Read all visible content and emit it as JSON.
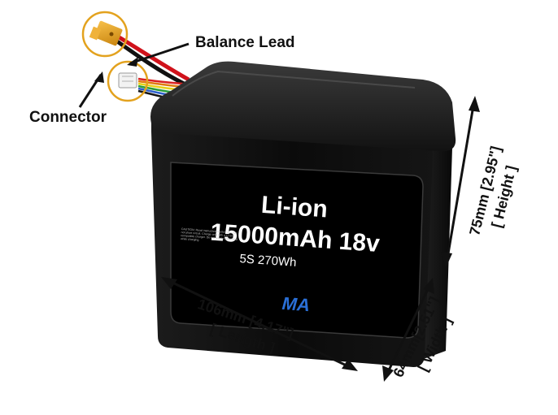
{
  "callouts": {
    "balance_lead": "Balance Lead",
    "connector": "Connector"
  },
  "label": {
    "chemistry": "Li-ion",
    "capacity_voltage": "15000mAh 18v",
    "config_energy": "5S 270Wh",
    "caution_text": "CAUTION: Read instructions before use. Do not short circuit. Charge only with a Li-ion compatible charger. Do not leave unattended while charging.",
    "logo": "MA"
  },
  "dimensions": {
    "length_mm": "106mm [4.17\"]",
    "length_word": "[ Length ]",
    "width_mm": "64mm[2.51\"]",
    "width_word": "[ Width ]",
    "height_mm": "75mm [2.95\"]",
    "height_word": "[ Height ]"
  },
  "colors": {
    "battery_body": "#0d0d0d",
    "label_panel": "#000000",
    "connector_yellow": "#e8a51c",
    "wire_red": "#d0121b",
    "wire_black": "#111111",
    "callout_ring": "#e3a21e",
    "logo_blue": "#2a6fd6"
  }
}
